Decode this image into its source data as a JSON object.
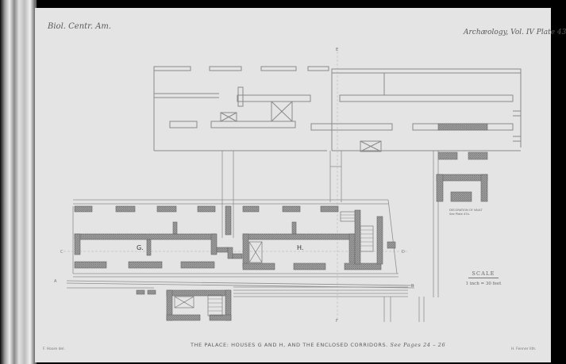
{
  "header": {
    "left": "Biol. Centr. Am.",
    "right": "Archæology, Vol. IV Plate 43"
  },
  "plan": {
    "caption_main": "THE PALACE: HOUSES G AND H, AND THE ENCLOSED CORRIDORS.",
    "caption_ref": "See Pages 24 – 26",
    "room_g": "G.",
    "room_h": "H.",
    "section_marks": {
      "A": "A",
      "B": "B",
      "C": "C",
      "D": "D",
      "E": "E",
      "F": "F"
    },
    "annotation_line1": "DECORATION OF VAULT",
    "annotation_line2": "See Plate 47a.",
    "scale_title": "SCALE",
    "scale_value": "1 inch = 30 feet"
  },
  "credits": {
    "left": "F. Hoare del.",
    "right": "H. Fenner lith."
  },
  "colors": {
    "sheet": "#e4e4e4",
    "wall_outline": "#8a8a8a",
    "wall_hatch": "#7a7a7a",
    "guide_line": "#a2a2a2"
  }
}
